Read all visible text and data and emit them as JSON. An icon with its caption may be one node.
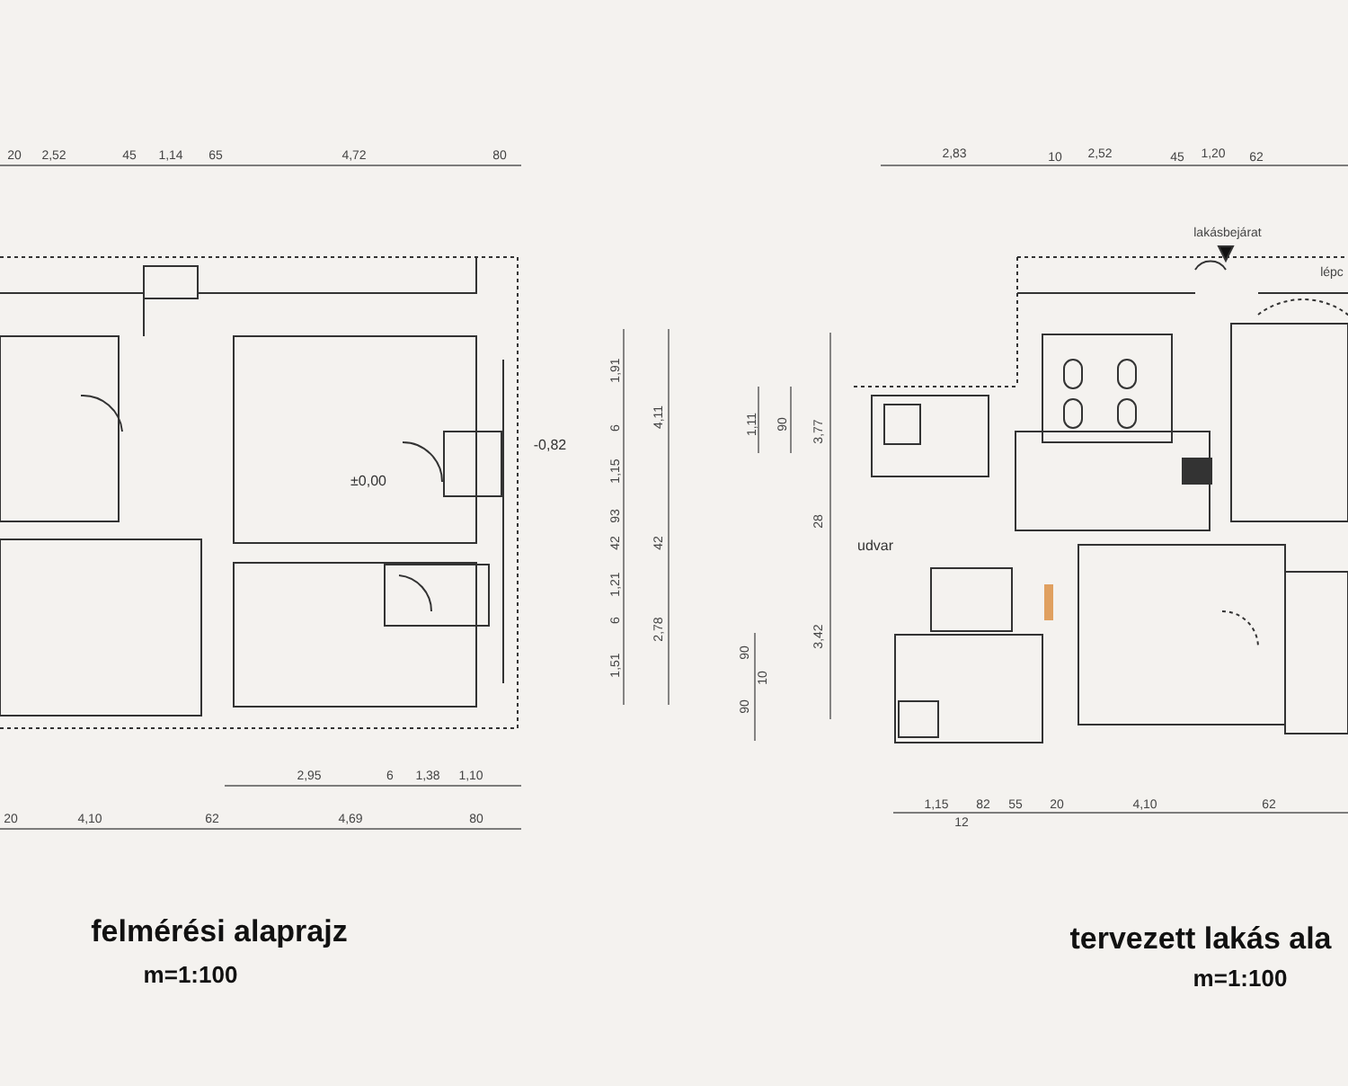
{
  "diagram": {
    "labels": [
      "20",
      "2,52",
      "45",
      "1,14",
      "65",
      "4,72",
      "80",
      "±0,00",
      "-0,82",
      "1,91",
      "6",
      "1,15",
      "93",
      "42",
      "1,21",
      "6",
      "1,51",
      "4,11",
      "42",
      "2,78",
      "2,95",
      "6",
      "1,38",
      "1,10",
      "20",
      "4,10",
      "62",
      "4,69",
      "80",
      "felmérési alaprajz",
      "m=1:100",
      "2,83",
      "10",
      "2,52",
      "45",
      "1,20",
      "62",
      "lakásbejárat",
      "lépc",
      "1,11",
      "90",
      "3,77",
      "28",
      "3,42",
      "90",
      "10",
      "90",
      "udvar",
      "1,15",
      "12",
      "82",
      "55",
      "20",
      "4,10",
      "62",
      "tervezett lakás ala",
      "m=1:100"
    ]
  }
}
